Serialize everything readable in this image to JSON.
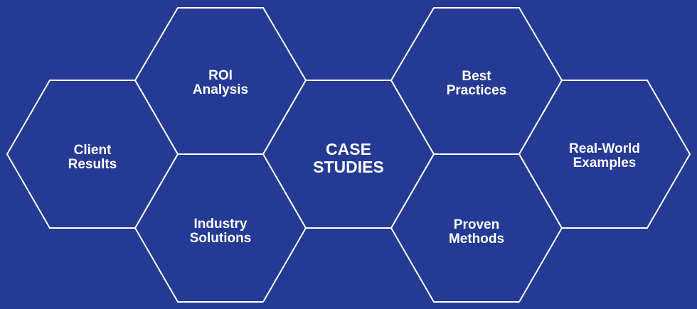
{
  "colors": {
    "background": "#253a94",
    "stroke": "#ffffff",
    "text": "#ffffff"
  },
  "hexagons": [
    {
      "id": "client-results",
      "line1": "Client",
      "line2": "Results"
    },
    {
      "id": "roi-analysis",
      "line1": "ROI",
      "line2": "Analysis"
    },
    {
      "id": "industry-solutions",
      "line1": "Industry",
      "line2": "Solutions"
    },
    {
      "id": "case-studies",
      "line1": "CASE",
      "line2": "STUDIES"
    },
    {
      "id": "best-practices",
      "line1": "Best",
      "line2": "Practices"
    },
    {
      "id": "proven-methods",
      "line1": "Proven",
      "line2": "Methods"
    },
    {
      "id": "real-world-examples",
      "line1": "Real-World",
      "line2": "Examples"
    }
  ]
}
